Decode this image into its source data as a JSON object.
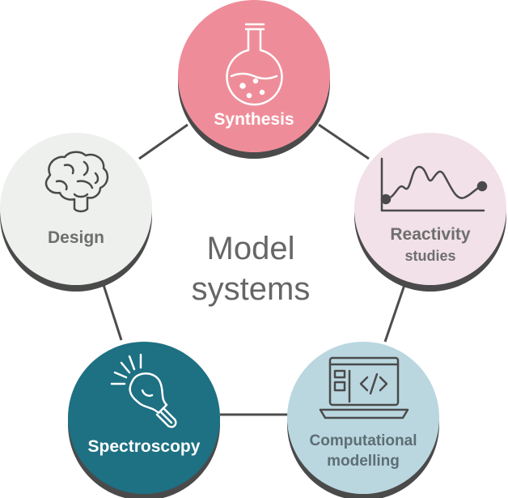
{
  "center": {
    "line1": "Model",
    "line2": "systems"
  },
  "nodes": [
    {
      "id": "synthesis",
      "label": "Synthesis",
      "sublabel": "",
      "icon": "flask-icon",
      "fill": "#ee8d99",
      "text_color": "#ffffff"
    },
    {
      "id": "reactivity",
      "label": "Reactivity",
      "sublabel": "studies",
      "icon": "line-graph-icon",
      "fill": "#f2e1e8",
      "text_color": "#6e6e6e"
    },
    {
      "id": "computational",
      "label": "Computational",
      "sublabel": "modelling",
      "icon": "laptop-code-icon",
      "fill": "#bad7e0",
      "text_color": "#5e6e74"
    },
    {
      "id": "spectroscopy",
      "label": "Spectroscopy",
      "sublabel": "",
      "icon": "lightbulb-icon",
      "fill": "#1e7083",
      "text_color": "#ffffff"
    },
    {
      "id": "design",
      "label": "Design",
      "sublabel": "",
      "icon": "brain-icon",
      "fill": "#edf0ec",
      "text_color": "#6e6e6e"
    }
  ],
  "colors": {
    "connector": "#4d4d4d",
    "shadow": "#4a4a4a",
    "icon_dark": "#4a4a4a",
    "icon_light": "#ffffff"
  }
}
